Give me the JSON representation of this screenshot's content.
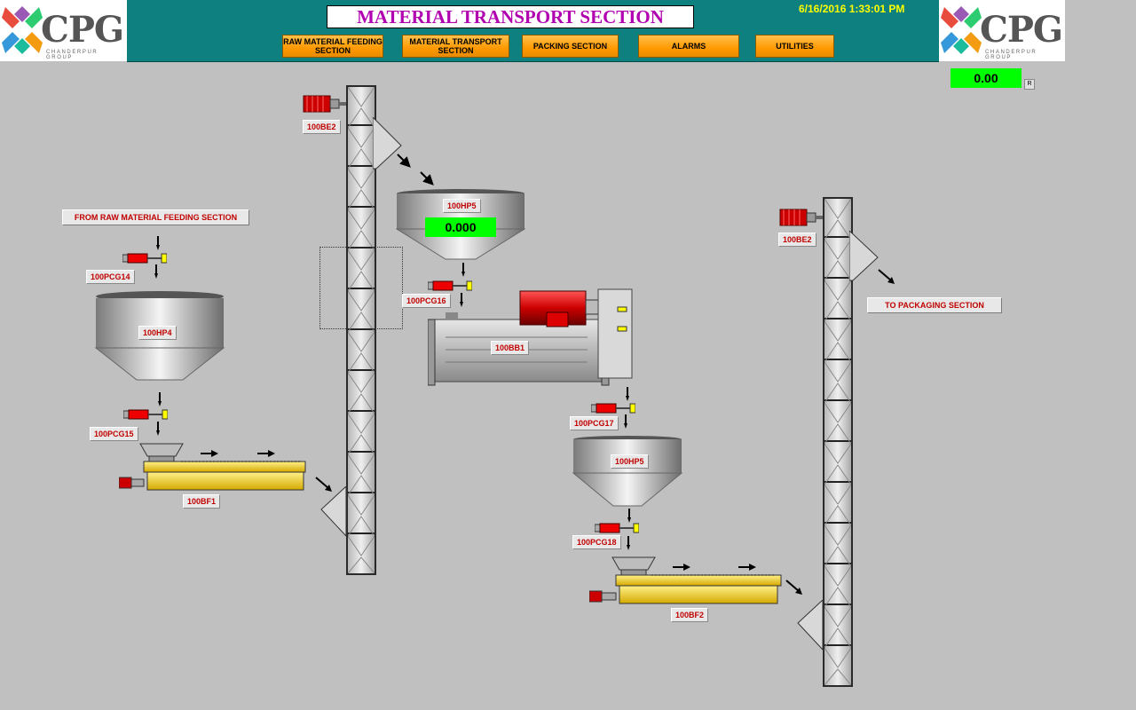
{
  "header": {
    "title": "MATERIAL TRANSPORT SECTION",
    "datetime": "6/16/2016 1:33:01 PM",
    "logo_text": "CPG",
    "logo_subtext": "CHANDERPUR GROUP",
    "nav": [
      {
        "label": "RAW MATERIAL FEEDING SECTION"
      },
      {
        "label": "MATERIAL TRANSPORT SECTION"
      },
      {
        "label": "PACKING SECTION"
      },
      {
        "label": "ALARMS"
      },
      {
        "label": "UTILITIES"
      }
    ]
  },
  "status": {
    "top_value": "0.00",
    "reset_label": "R"
  },
  "labels": {
    "from_raw": "FROM RAW MATERIAL FEEDING SECTION",
    "to_packaging": "TO PACKAGING SECTION"
  },
  "equipment": {
    "be2": "100BE2",
    "be2_right": "100BE2",
    "hp5_top": "100HP5",
    "hp5_top_value": "0.000",
    "pcg14": "100PCG14",
    "hp4": "100HP4",
    "pcg15": "100PCG15",
    "bf1": "100BF1",
    "pcg16": "100PCG16",
    "bb1": "100BB1",
    "pcg17": "100PCG17",
    "hp5_bottom": "100HP5",
    "pcg18": "100PCG18",
    "bf2": "100BF2"
  },
  "colors": {
    "header_bg": "#0f8080",
    "title_text": "#b000b0",
    "datetime_text": "#ffff00",
    "nav_button": "#ff9900",
    "tag_text": "#c00000",
    "value_bg": "#00ff00",
    "motor": "#cc0000",
    "feeder": "#f0d040"
  }
}
